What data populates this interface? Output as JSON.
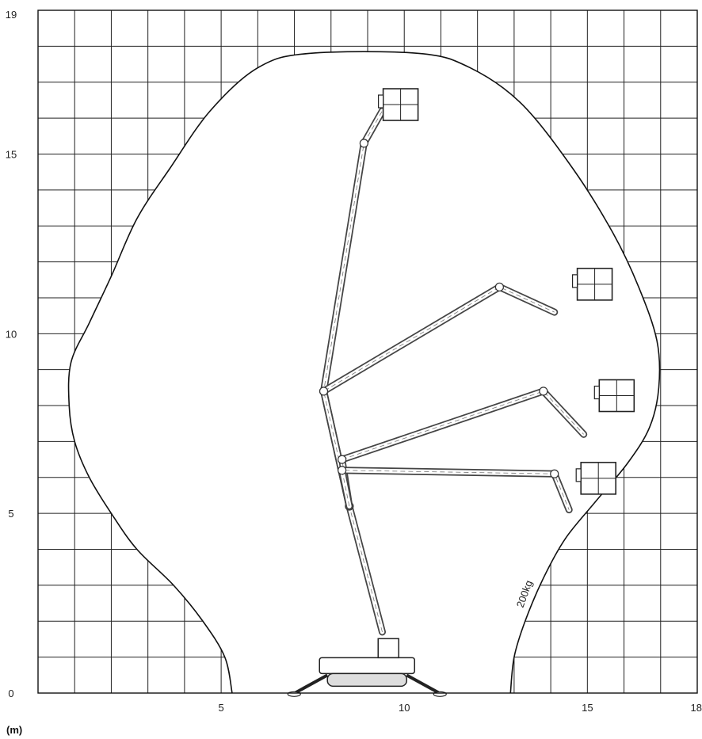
{
  "chart_data": {
    "type": "diagram",
    "unit_label": "(m)",
    "x_ticks": [
      "5",
      "10",
      "15",
      "18"
    ],
    "y_ticks": [
      "0",
      "5",
      "10",
      "15",
      "19"
    ],
    "xlim": [
      0,
      18
    ],
    "ylim": [
      0,
      19
    ],
    "grid": true,
    "capacity_label": "200kg",
    "envelope": [
      [
        5.3,
        0
      ],
      [
        5.1,
        1
      ],
      [
        4.5,
        2
      ],
      [
        3.7,
        3
      ],
      [
        2.7,
        4
      ],
      [
        2.0,
        5
      ],
      [
        1.4,
        6
      ],
      [
        1.0,
        7
      ],
      [
        0.85,
        8
      ],
      [
        0.9,
        9.2
      ],
      [
        1.4,
        10.3
      ],
      [
        2.0,
        11.6
      ],
      [
        2.7,
        13.2
      ],
      [
        3.6,
        14.6
      ],
      [
        4.7,
        16.2
      ],
      [
        6.0,
        17.4
      ],
      [
        7.4,
        17.8
      ],
      [
        10.4,
        17.8
      ],
      [
        11.8,
        17.4
      ],
      [
        13.2,
        16.4
      ],
      [
        14.6,
        14.6
      ],
      [
        15.7,
        12.8
      ],
      [
        16.4,
        11.3
      ],
      [
        16.9,
        9.8
      ],
      [
        16.95,
        8.5
      ],
      [
        16.7,
        7.4
      ],
      [
        16.1,
        6.4
      ],
      [
        15.2,
        5.3
      ],
      [
        14.4,
        4.3
      ],
      [
        13.8,
        3.2
      ],
      [
        13.3,
        2.0
      ],
      [
        13.0,
        1.0
      ],
      [
        12.9,
        0
      ]
    ],
    "booms": [
      {
        "name": "",
        "points": [
          [
            9.4,
            1.7
          ],
          [
            8.5,
            5.2
          ],
          [
            7.8,
            8.4
          ],
          [
            8.9,
            15.3
          ],
          [
            9.4,
            16.2
          ]
        ],
        "platform": [
          9.9,
          16.2
        ]
      },
      {
        "name": "",
        "points": [
          [
            8.5,
            5.2
          ],
          [
            7.8,
            8.4
          ],
          [
            12.6,
            11.3
          ],
          [
            14.1,
            10.6
          ]
        ],
        "platform": [
          15.2,
          11.2
        ]
      },
      {
        "name": "",
        "points": [
          [
            8.5,
            5.2
          ],
          [
            8.3,
            6.5
          ],
          [
            13.8,
            8.4
          ],
          [
            14.9,
            7.2
          ]
        ],
        "platform": [
          15.8,
          8.1
        ]
      },
      {
        "name": "",
        "points": [
          [
            8.5,
            5.2
          ],
          [
            8.3,
            6.2
          ],
          [
            14.1,
            6.1
          ],
          [
            14.5,
            5.1
          ]
        ],
        "platform": [
          15.3,
          5.8
        ]
      }
    ],
    "machine_base": [
      9.2,
      0.5
    ]
  }
}
